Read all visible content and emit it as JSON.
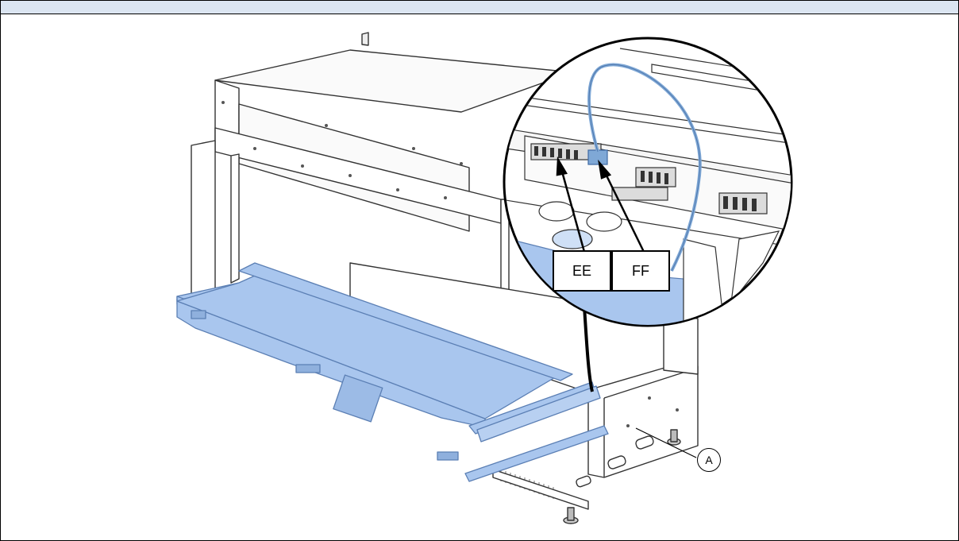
{
  "figure": {
    "callouts": [
      {
        "id": "ee",
        "label": "EE"
      },
      {
        "id": "ff",
        "label": "FF"
      },
      {
        "id": "a",
        "label": "A"
      }
    ]
  },
  "colors": {
    "header_band": "#dbe5f1",
    "highlight_fill": "#a9c6ee",
    "highlight_stroke": "#5b7fb4",
    "cable": "#7fa8d6",
    "outline": "#333333"
  }
}
